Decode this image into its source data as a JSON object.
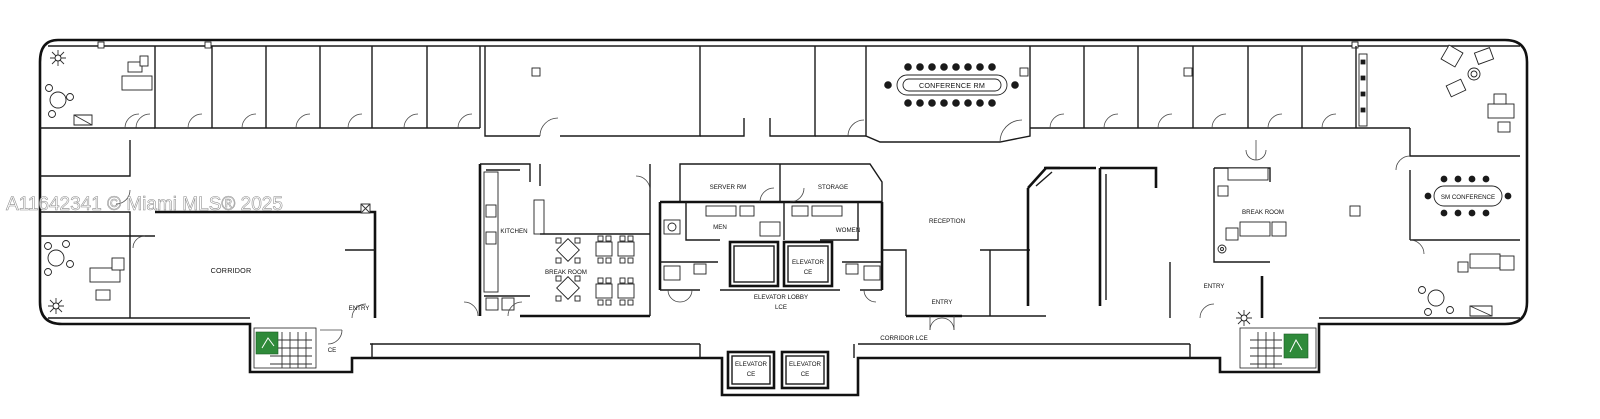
{
  "labels": {
    "conference_rm": "CONFERENCE RM",
    "server_rm": "SERVER RM",
    "storage": "STORAGE",
    "reception": "RECEPTION",
    "kitchen": "KITCHEN",
    "break_room_left": "BREAK ROOM",
    "break_room_right": "BREAK ROOM",
    "men": "MEN",
    "women": "WOMEN",
    "elevator_ce_top_1": "ELEVATOR",
    "elevator_ce_top_2": "CE",
    "elevator_lobby_1": "ELEVATOR LOBBY",
    "elevator_lobby_2": "LCE",
    "corridor_left": "CORRIDOR",
    "entry_left": "ENTRY",
    "entry_center": "ENTRY",
    "entry_right": "ENTRY",
    "corridor_lce": "CORRIDOR LCE",
    "sm_conference": "SM CONFERENCE",
    "elevator_bottom_left_1": "ELEVATOR",
    "elevator_bottom_left_2": "CE",
    "elevator_bottom_right_1": "ELEVATOR",
    "elevator_bottom_right_2": "CE",
    "stair_ce": "CE"
  },
  "watermark": "A11642341 © Miami MLS® 2025",
  "colors": {
    "line": "#1a1a1a",
    "exit_sign": "#2f8a3a",
    "background": "#ffffff"
  },
  "icons": [
    "plant-icon",
    "chair-icon",
    "desk-icon",
    "exit-sign-icon",
    "stair-icon",
    "door-swing-icon"
  ]
}
